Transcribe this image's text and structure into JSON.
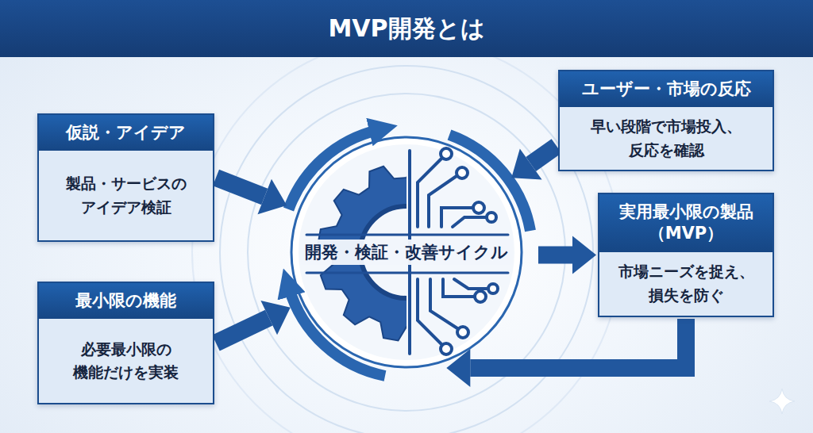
{
  "diagram": {
    "title": "MVP開発とは",
    "nodes": [
      {
        "text": [
          "仮説・アイデア",
          "製品・サービスの アイデア検証"
        ]
      },
      {
        "text": [
          "最小限の機能",
          "必要最小限の 機能だけを実装"
        ]
      },
      {
        "text": [
          "開発・検証・改善サイクル"
        ]
      },
      {
        "text": [
          "ユーザー・市場の反応",
          "早い段階で市場投入、 反応を確認"
        ]
      },
      {
        "text": [
          "実用最小限の製品 （MVP）",
          "市場ニーズを捉え、 損失を防ぐ"
        ]
      }
    ],
    "edges": [
      {
        "from": 0,
        "to": 2,
        "arrow": "to"
      },
      {
        "from": 1,
        "to": 2,
        "arrow": "to"
      },
      {
        "from": 3,
        "to": 2,
        "arrow": "to"
      },
      {
        "from": 2,
        "to": 4,
        "arrow": "to"
      },
      {
        "from": 4,
        "to": 2,
        "arrow": "to"
      }
    ]
  }
}
